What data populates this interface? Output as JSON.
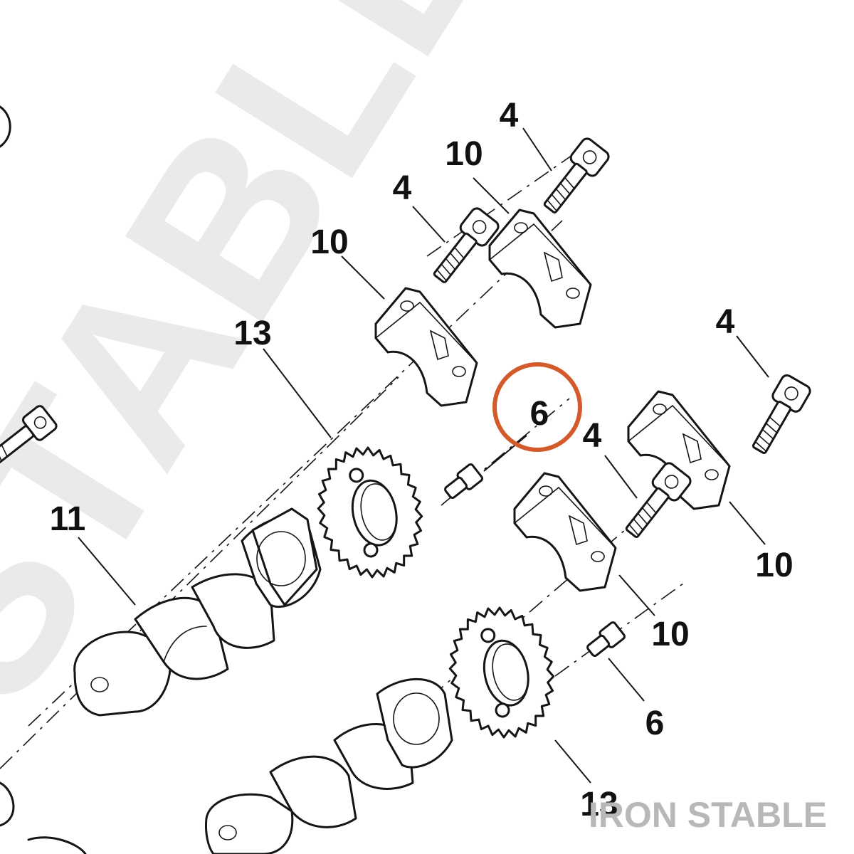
{
  "watermark": {
    "background_text": "STABLE",
    "corner_text": "IRON STABLE",
    "color": "#d9d9d9",
    "corner_color": "#b8b8b8"
  },
  "highlight": {
    "callout": "6",
    "color": "#d35a2a"
  },
  "callouts": [
    "4",
    "10",
    "4",
    "10",
    "13",
    "6",
    "4",
    "4",
    "10",
    "11",
    "10",
    "6",
    "13"
  ],
  "icons": {
    "bolt": "hex-bolt-icon",
    "cap": "camshaft-cap-icon",
    "sprocket": "cam-sprocket-icon",
    "camshaft": "camshaft-icon"
  }
}
